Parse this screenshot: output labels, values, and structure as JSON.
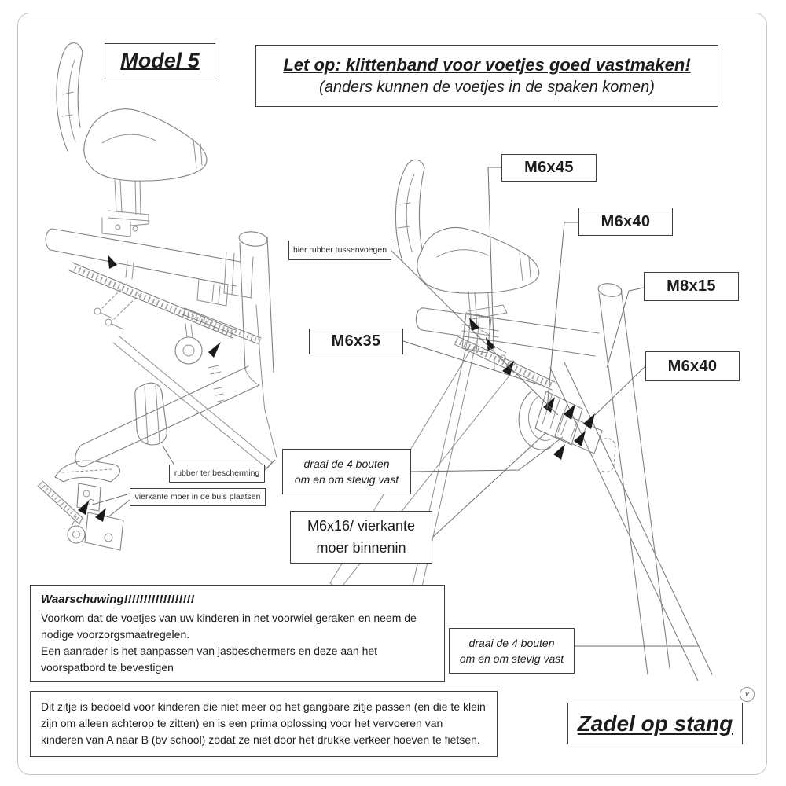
{
  "header": {
    "model_label": "Model 5",
    "notice_line1": "Let op: klittenband voor voetjes goed vastmaken!",
    "notice_line2": "(anders kunnen de voetjes in de spaken komen)"
  },
  "part_labels": {
    "m6x45": "M6x45",
    "m6x40_top": "M6x40",
    "m8x15": "M8x15",
    "m6x40_bottom": "M6x40",
    "m6x35": "M6x35"
  },
  "callouts": {
    "hier_rubber": "hier rubber tussenvoegen",
    "rubber_bescherming": "rubber ter bescherming",
    "vierkante_moer_buis": "vierkante moer in de buis plaatsen",
    "draai_bouten_left_line1": "draai de 4 bouten",
    "draai_bouten_left_line2": "om en om stevig vast",
    "m6x16_line1": "M6x16/ vierkante",
    "m6x16_line2": "moer binnenin",
    "draai_bouten_right_line1": "draai de 4 bouten",
    "draai_bouten_right_line2": "om en om stevig vast"
  },
  "warning_box": {
    "title": "Waarschuwing!!!!!!!!!!!!!!!!!!",
    "paragraph1": "Voorkom dat de voetjes van uw kinderen in het voorwiel geraken en neem de nodige voorzorgsmaatregelen.",
    "paragraph2": "Een aanrader is het aanpassen van jasbeschermers en deze aan het voorspatbord te bevestigen"
  },
  "description_box": {
    "text": "Dit zitje is bedoeld voor kinderen die niet meer op het gangbare zitje passen (en die te klein zijn om alleen achterop te zitten) en is een prima oplossing voor het vervoeren van kinderen van A naar B (bv school) zodat ze niet door het drukke verkeer hoeven te fietsen."
  },
  "footer": {
    "product_title": "Zadel op stang",
    "version_mark": "v"
  },
  "colors": {
    "ink": "#1c1c1c",
    "line_art": "#818181",
    "box_border": "#3d3d3d",
    "page_edge": "#c6c6c6",
    "arrow_fill": "#1a1a1a",
    "background": "#ffffff"
  }
}
